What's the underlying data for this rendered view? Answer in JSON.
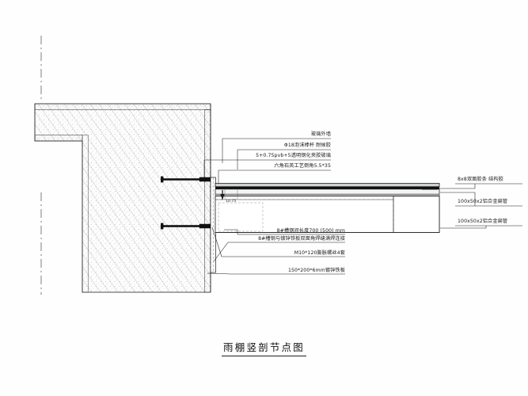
{
  "drawing": {
    "title": "雨棚竖剖节点图",
    "labels_upper_right": [
      {
        "id": "curtain-wall",
        "text": "玻璃外墙"
      },
      {
        "id": "foam-rod-sealant",
        "text": "Φ18泡沫棒杆   耐候胶"
      },
      {
        "id": "laminated-glass",
        "text": "5+0.75pvb+5透明钢化夹胶玻璃"
      },
      {
        "id": "corner-cut",
        "text": "六角石英工艺倒角5.5*35"
      }
    ],
    "labels_right_side": [
      {
        "id": "double-sided-tape",
        "text": "8x8双面胶条  结构胶"
      },
      {
        "id": "alu-tube-upper",
        "text": "100x50x2铝合金扁管"
      },
      {
        "id": "alu-tube-lower",
        "text": "100x50x2铝合金扁管"
      }
    ],
    "labels_lower_left": [
      {
        "id": "channel-steel-length",
        "text": "8#槽钢间长度700 (500) mm"
      },
      {
        "id": "channel-weld",
        "text": "8#槽钢与镀锌铁板双面角焊缝满焊连接"
      },
      {
        "id": "expansion-bolt",
        "text": "M10*120膨胀螺丝4套"
      },
      {
        "id": "galv-steel-plate",
        "text": "150*200*6mm镀锌铁板"
      }
    ],
    "dimension_notes": [
      {
        "id": "glass-thickness-note",
        "text": "10.75"
      }
    ],
    "colors": {
      "line": "#1a1a1a",
      "hatch": "#6d6d6d",
      "fill_concrete": "#fbfbfb",
      "fill_steel": "#111111",
      "fill_glass": "#e9ecea",
      "background": "#fefefe"
    }
  }
}
